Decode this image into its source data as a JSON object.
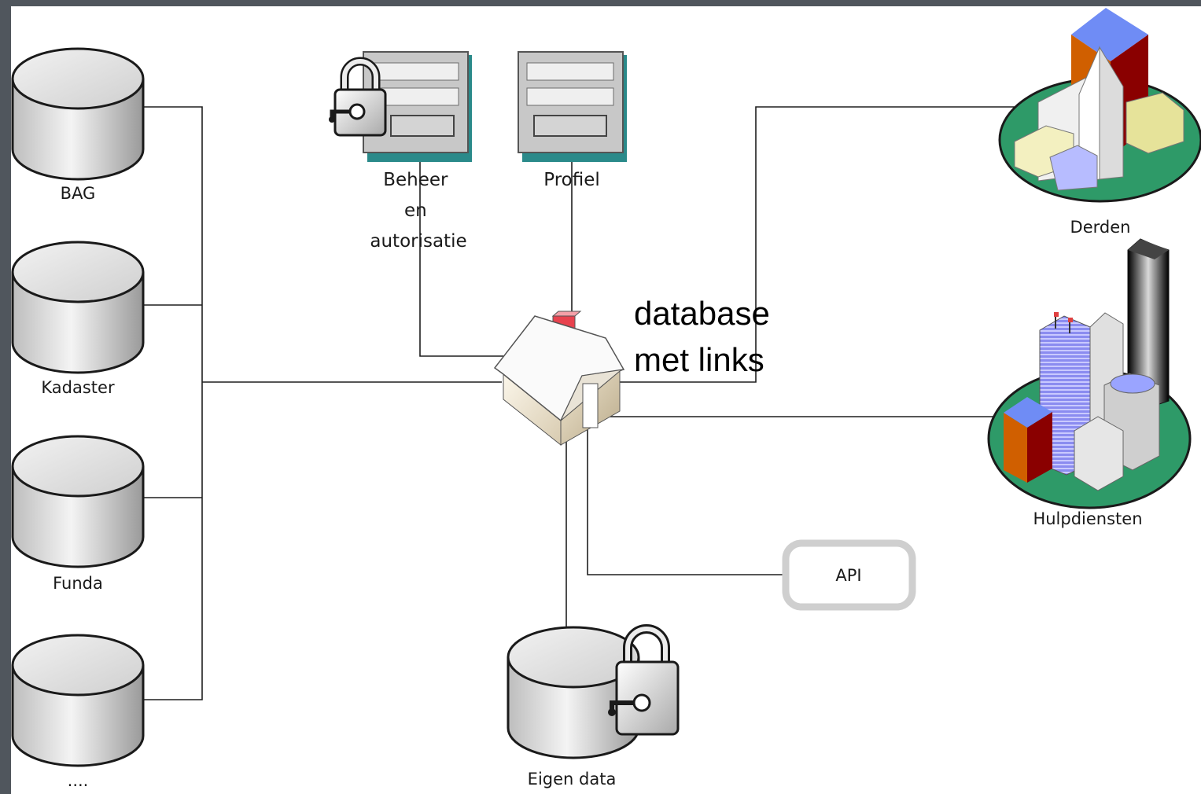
{
  "sources": [
    {
      "label": "BAG"
    },
    {
      "label": "Kadaster"
    },
    {
      "label": "Funda"
    },
    {
      "label": "...."
    }
  ],
  "forms": {
    "beheer": {
      "lines": [
        "Beheer",
        "en",
        "autorisatie"
      ]
    },
    "profiel": {
      "label": "Profiel"
    }
  },
  "hub": {
    "lines": [
      "database",
      "met links"
    ]
  },
  "derden": {
    "label": "Derden"
  },
  "hulpdiensten": {
    "label": "Hulpdiensten"
  },
  "api": {
    "label": "API"
  },
  "eigen_data": {
    "label": "Eigen data"
  }
}
